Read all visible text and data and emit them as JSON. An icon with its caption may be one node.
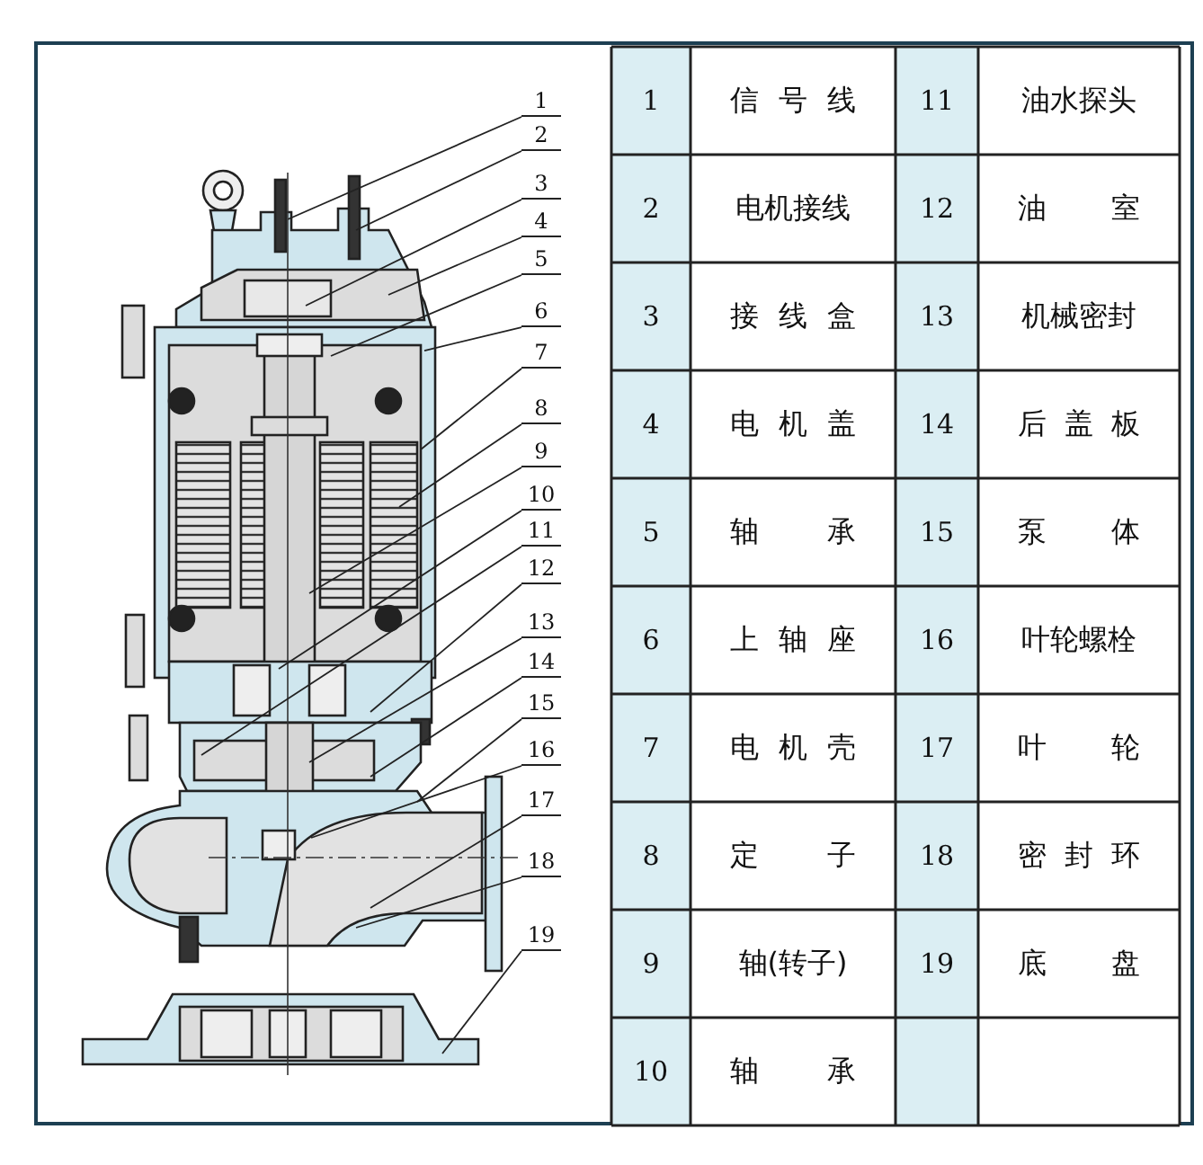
{
  "diagram": {
    "nodes": [
      {
        "text": [
          "1"
        ]
      },
      {
        "text": [
          "2"
        ]
      },
      {
        "text": [
          "3"
        ]
      },
      {
        "text": [
          "4"
        ]
      },
      {
        "text": [
          "5"
        ]
      },
      {
        "text": [
          "6"
        ]
      },
      {
        "text": [
          "7"
        ]
      },
      {
        "text": [
          "8"
        ]
      },
      {
        "text": [
          "9"
        ]
      },
      {
        "text": [
          "10"
        ]
      },
      {
        "text": [
          "11"
        ]
      },
      {
        "text": [
          "12"
        ]
      },
      {
        "text": [
          "13"
        ]
      },
      {
        "text": [
          "14"
        ]
      },
      {
        "text": [
          "15"
        ]
      },
      {
        "text": [
          "16"
        ]
      },
      {
        "text": [
          "17"
        ]
      },
      {
        "text": [
          "18"
        ]
      },
      {
        "text": [
          "19"
        ]
      }
    ],
    "edges": [
      {
        "from": 0,
        "to": null,
        "arrow": "none"
      },
      {
        "from": 1,
        "to": null,
        "arrow": "none"
      },
      {
        "from": 2,
        "to": null,
        "arrow": "none"
      },
      {
        "from": 3,
        "to": null,
        "arrow": "none"
      },
      {
        "from": 4,
        "to": null,
        "arrow": "none"
      },
      {
        "from": 5,
        "to": null,
        "arrow": "none"
      },
      {
        "from": 6,
        "to": null,
        "arrow": "none"
      },
      {
        "from": 7,
        "to": null,
        "arrow": "none"
      },
      {
        "from": 8,
        "to": null,
        "arrow": "none"
      },
      {
        "from": 9,
        "to": null,
        "arrow": "none"
      },
      {
        "from": 10,
        "to": null,
        "arrow": "none"
      },
      {
        "from": 11,
        "to": null,
        "arrow": "none"
      },
      {
        "from": 12,
        "to": null,
        "arrow": "none"
      },
      {
        "from": 13,
        "to": null,
        "arrow": "none"
      },
      {
        "from": 14,
        "to": null,
        "arrow": "none"
      },
      {
        "from": 15,
        "to": null,
        "arrow": "none"
      },
      {
        "from": 16,
        "to": null,
        "arrow": "none"
      },
      {
        "from": 17,
        "to": null,
        "arrow": "none"
      },
      {
        "from": 18,
        "to": null,
        "arrow": "none"
      }
    ],
    "labels": [
      "1",
      "信号线",
      "11",
      "油水探头",
      "2",
      "电机接线",
      "12",
      "油室",
      "3",
      "接线盒",
      "13",
      "机械密封",
      "4",
      "电机盖",
      "14",
      "后盖板",
      "5",
      "轴承",
      "15",
      "泵体",
      "6",
      "上轴座",
      "16",
      "叶轮螺栓",
      "7",
      "电机壳",
      "17",
      "叶轮",
      "8",
      "定子",
      "18",
      "密封环",
      "9",
      "轴(转子)",
      "19",
      "底盘",
      "10",
      "轴承"
    ]
  }
}
